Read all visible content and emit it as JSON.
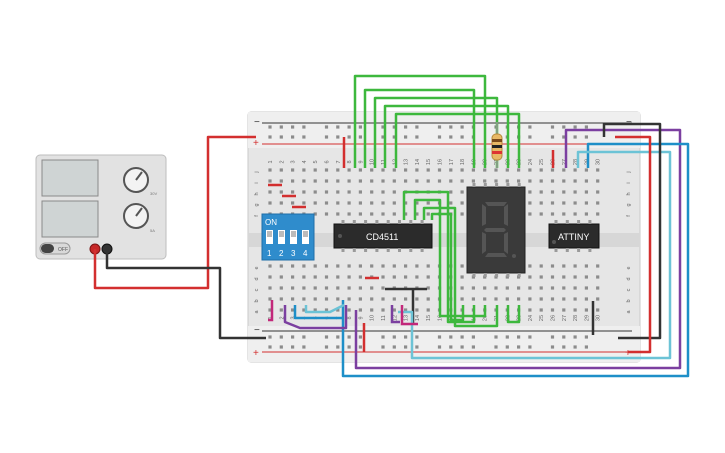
{
  "power_supply": {
    "off_label": "OFF",
    "display_top": "",
    "display_bottom": "",
    "knob1_label": "30V",
    "knob2_label": "5A"
  },
  "dip_switch": {
    "on_label": "ON",
    "numbers": [
      "1",
      "2",
      "3",
      "4"
    ]
  },
  "chips": {
    "decoder": "CD4511",
    "mcu": "ATTINY"
  },
  "breadboard": {
    "row_letters_top": [
      "j",
      "i",
      "h",
      "g",
      "f"
    ],
    "row_letters_bottom": [
      "e",
      "d",
      "c",
      "b",
      "a"
    ],
    "column_numbers_top": [
      "1",
      "2",
      "3",
      "4",
      "5",
      "6",
      "7",
      "8",
      "9",
      "10",
      "11",
      "12",
      "13",
      "14",
      "15",
      "16",
      "17",
      "18",
      "19",
      "20",
      "21",
      "22",
      "23",
      "24",
      "25",
      "26",
      "27",
      "28",
      "29",
      "30"
    ],
    "column_numbers_bottom": [
      "1",
      "2",
      "3",
      "4",
      "5",
      "6",
      "7",
      "8",
      "9",
      "10",
      "11",
      "12",
      "13",
      "14",
      "15",
      "16",
      "17",
      "18",
      "19",
      "20",
      "21",
      "22",
      "23",
      "24",
      "25",
      "26",
      "27",
      "28",
      "29",
      "30"
    ],
    "rail_plus": "+",
    "rail_minus": "−"
  },
  "colors": {
    "wire_red": "#d32f2f",
    "wire_black": "#333333",
    "wire_green": "#3db83d",
    "wire_purple": "#7b3fa0",
    "wire_blue": "#1e8fc8",
    "wire_lightblue": "#6cc3d6",
    "wire_magenta": "#c2287a",
    "dip_blue": "#2f8ccc",
    "chip": "#2b2b2b",
    "display": "#3a3a3a",
    "board": "#e8e8e8"
  }
}
